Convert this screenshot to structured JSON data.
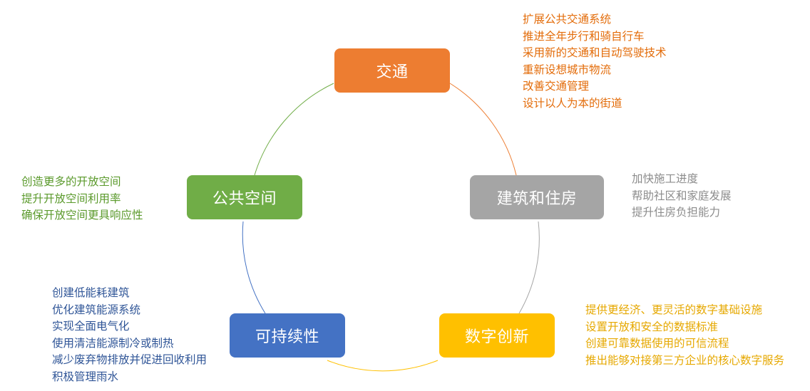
{
  "nodes": {
    "transport": {
      "label": "交通",
      "color": "#ED7D31",
      "items": [
        "扩展公共交通系统",
        "推进全年步行和骑自行车",
        "采用新的交通和自动驾驶技术",
        "重新设想城市物流",
        "改善交通管理",
        "设计以人为本的街道"
      ]
    },
    "building": {
      "label": "建筑和住房",
      "color": "#A5A5A5",
      "items": [
        "加快施工进度",
        "帮助社区和家庭发展",
        "提升住房负担能力"
      ]
    },
    "digital": {
      "label": "数字创新",
      "color": "#FFC000",
      "items": [
        "提供更经济、更灵活的数字基础设施",
        "设置开放和安全的数据标准",
        "创建可靠数据使用的可信流程",
        "推出能够对接第三方企业的核心数字服务"
      ]
    },
    "sustainability": {
      "label": "可持续性",
      "color": "#4472C4",
      "items": [
        "创建低能耗建筑",
        "优化建筑能源系统",
        "实现全面电气化",
        "使用清洁能源制冷或制热",
        "减少废弃物排放并促进回收利用",
        "积极管理雨水"
      ]
    },
    "public_space": {
      "label": "公共空间",
      "color": "#70AD47",
      "items": [
        "创造更多的开放空间",
        "提升开放空间利用率",
        "确保开放空间更具响应性"
      ]
    }
  },
  "text_colors": {
    "transport": "#E36C0A",
    "building": "#8C8C8C",
    "digital": "#E6A800",
    "sustainability": "#2F5597",
    "public_space": "#5B9A2C"
  }
}
